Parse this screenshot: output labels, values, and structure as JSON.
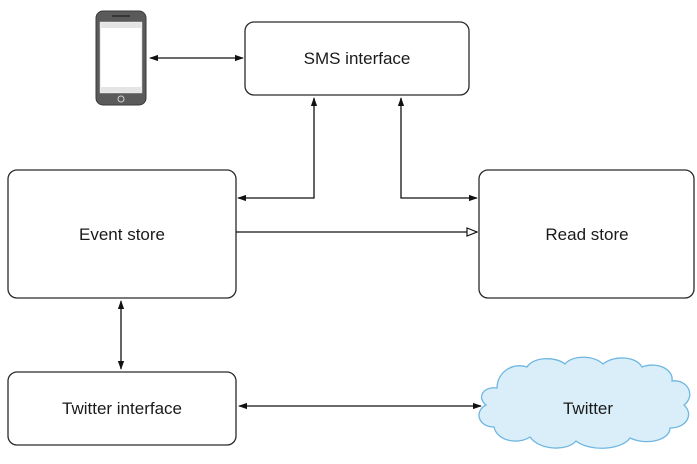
{
  "nodes": {
    "sms_interface": {
      "label": "SMS interface"
    },
    "event_store": {
      "label": "Event store"
    },
    "read_store": {
      "label": "Read store"
    },
    "twitter_interface": {
      "label": "Twitter interface"
    },
    "twitter": {
      "label": "Twitter"
    }
  },
  "icons": {
    "phone": "smartphone-icon",
    "cloud": "cloud-icon"
  },
  "edges": [
    {
      "from": "phone",
      "to": "sms_interface",
      "direction": "both",
      "head": "filled"
    },
    {
      "from": "sms_interface",
      "to": "event_store",
      "direction": "both",
      "head": "filled"
    },
    {
      "from": "sms_interface",
      "to": "read_store",
      "direction": "both",
      "head": "filled"
    },
    {
      "from": "event_store",
      "to": "read_store",
      "direction": "forward",
      "head": "hollow"
    },
    {
      "from": "event_store",
      "to": "twitter_interface",
      "direction": "both",
      "head": "filled"
    },
    {
      "from": "twitter_interface",
      "to": "twitter",
      "direction": "both",
      "head": "filled"
    }
  ],
  "colors": {
    "stroke": "#2a2a2a",
    "cloud_fill": "#d9eef9",
    "cloud_stroke": "#6fb7e0",
    "phone_body": "#5a5a5a",
    "phone_screen": "#ffffff"
  }
}
